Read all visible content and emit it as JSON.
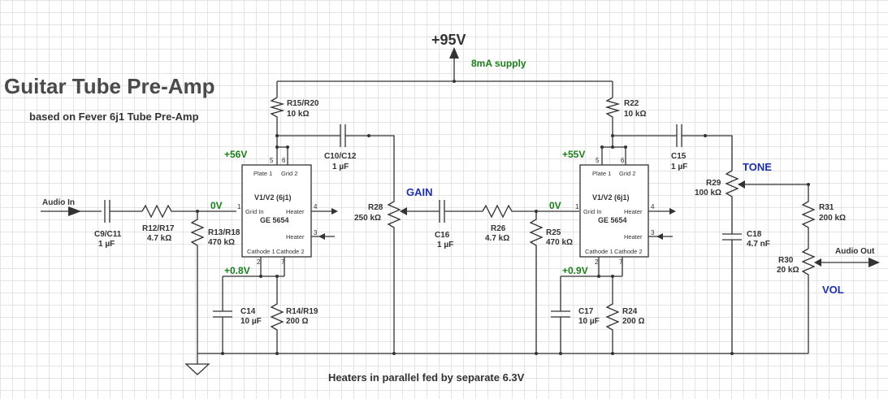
{
  "title": "Guitar Tube Pre-Amp",
  "subtitle": "based on Fever 6j1 Tube Pre-Amp",
  "supply": {
    "voltage": "+95V",
    "current": "8mA supply"
  },
  "footer": "Heaters in parallel fed by separate 6.3V",
  "io": {
    "audio_in": "Audio In",
    "audio_out": "Audio Out"
  },
  "controls": {
    "gain": "GAIN",
    "tone": "TONE",
    "vol": "VOL"
  },
  "stage1": {
    "plate_v": "+56V",
    "grid_v": "0V",
    "cathode_v": "+0.8V",
    "tube": {
      "name": "V1/V2 (6j1)",
      "part": "GE 5654",
      "plate1": "Plate 1",
      "grid2": "Grid 2",
      "grid_in": "Grid In",
      "heater": "Heater",
      "cathode1": "Cathode 1",
      "cathode2": "Cathode 2"
    },
    "r_plate": {
      "name": "R15/R20",
      "value": "10 kΩ"
    },
    "c_coupling_in": {
      "name": "C9/C11",
      "value": "1 µF"
    },
    "r_grid_stop": {
      "name": "R12/R17",
      "value": "4.7 kΩ"
    },
    "r_grid_leak": {
      "name": "R13/R18",
      "value": "470 kΩ"
    },
    "c_coupling_out": {
      "name": "C10/C12",
      "value": "1 µF"
    },
    "c_cathode": {
      "name": "C14",
      "value": "10 µF"
    },
    "r_cathode": {
      "name": "R14/R19",
      "value": "200 Ω"
    }
  },
  "gain_pot": {
    "name": "R28",
    "value": "250 kΩ"
  },
  "stage2": {
    "plate_v": "+55V",
    "grid_v": "0V",
    "cathode_v": "+0.9V",
    "tube": {
      "name": "V1/V2 (6j1)",
      "part": "GE 5654",
      "plate1": "Plate 1",
      "grid2": "Grid 2",
      "grid_in": "Grid In",
      "heater": "Heater",
      "cathode1": "Cathode 1",
      "cathode2": "Cathode 2"
    },
    "r_plate": {
      "name": "R22",
      "value": "10 kΩ"
    },
    "c_coupling_in": {
      "name": "C16",
      "value": "1 µF"
    },
    "r_grid_stop": {
      "name": "R26",
      "value": "4.7 kΩ"
    },
    "r_grid_leak": {
      "name": "R25",
      "value": "470 kΩ"
    },
    "c_coupling_out": {
      "name": "C15",
      "value": "1 µF"
    },
    "c_cathode": {
      "name": "C17",
      "value": "10 µF"
    },
    "r_cathode": {
      "name": "R24",
      "value": "200 Ω"
    }
  },
  "tone_pot": {
    "name": "R29",
    "value": "100 kΩ"
  },
  "tone_cap": {
    "name": "C18",
    "value": "4.7 nF"
  },
  "r_out": {
    "name": "R31",
    "value": "200 kΩ"
  },
  "vol_pot": {
    "name": "R30",
    "value": "20 kΩ"
  },
  "pins": {
    "p1": "1",
    "p2": "2",
    "p3": "3",
    "p4": "4",
    "p5": "5",
    "p6": "6",
    "p7": "7"
  }
}
